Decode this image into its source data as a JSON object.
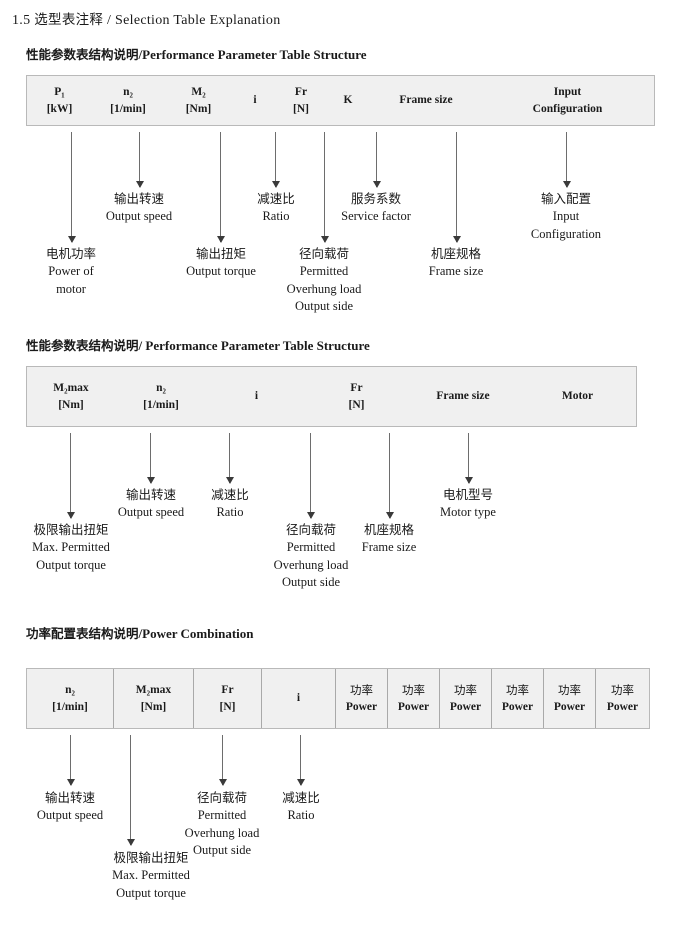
{
  "page": {
    "section_number": "1.5",
    "title_cn": "选型表注释",
    "title_sep": "/",
    "title_en": "Selection Table Explanation"
  },
  "sections": [
    {
      "heading_cn": "性能参数表结构说明",
      "heading_sep": "/",
      "heading_en": "Performance Parameter Table Structure",
      "table": {
        "dividers": false,
        "columns": [
          {
            "top": "P₁",
            "bottom": "[kW]"
          },
          {
            "top": "n₂",
            "bottom": "[1/min]"
          },
          {
            "top": "M₂",
            "bottom": "[Nm]"
          },
          {
            "top": "i",
            "bottom": ""
          },
          {
            "top": "Fr",
            "bottom": "[N]"
          },
          {
            "top": "K",
            "bottom": ""
          },
          {
            "top": "Frame size",
            "bottom": ""
          },
          {
            "top": "Input",
            "bottom": "Configuration"
          }
        ]
      },
      "annotations": [
        {
          "cn": "电机功率",
          "en": [
            "Power of",
            "motor"
          ]
        },
        {
          "cn": "输出转速",
          "en": [
            "Output speed"
          ]
        },
        {
          "cn": "输出扭矩",
          "en": [
            "Output torque"
          ]
        },
        {
          "cn": "减速比",
          "en": [
            "Ratio"
          ]
        },
        {
          "cn": "径向载荷",
          "en": [
            "Permitted",
            "Overhung load",
            "Output side"
          ]
        },
        {
          "cn": "服务系数",
          "en": [
            "Service factor"
          ]
        },
        {
          "cn": "机座规格",
          "en": [
            "Frame size"
          ]
        },
        {
          "cn": "输入配置",
          "en": [
            "Input",
            "Configuration"
          ]
        }
      ]
    },
    {
      "heading_cn": "性能参数表结构说明",
      "heading_sep": "/",
      "heading_en": "Performance Parameter Table Structure",
      "table": {
        "dividers": false,
        "columns": [
          {
            "top": "M₂max",
            "bottom": "[Nm]"
          },
          {
            "top": "n₂",
            "bottom": "[1/min]"
          },
          {
            "top": "i",
            "bottom": ""
          },
          {
            "top": "Fr",
            "bottom": "[N]"
          },
          {
            "top": "Frame size",
            "bottom": ""
          },
          {
            "top": "Motor",
            "bottom": ""
          }
        ]
      },
      "annotations": [
        {
          "cn": "极限输出扭矩",
          "en": [
            "Max. Permitted",
            "Output  torque"
          ]
        },
        {
          "cn": "输出转速",
          "en": [
            "Output speed"
          ]
        },
        {
          "cn": "减速比",
          "en": [
            "Ratio"
          ]
        },
        {
          "cn": "径向载荷",
          "en": [
            "Permitted",
            "Overhung load",
            "Output side"
          ]
        },
        {
          "cn": "机座规格",
          "en": [
            "Frame size"
          ]
        },
        {
          "cn": "电机型号",
          "en": [
            "Motor type"
          ]
        }
      ]
    },
    {
      "heading_cn": "功率配置表结构说明",
      "heading_sep": "/",
      "heading_en": "Power Combination",
      "table": {
        "dividers": true,
        "columns": [
          {
            "top": "n₂",
            "bottom": "[1/min]"
          },
          {
            "top": "M₂max",
            "bottom": "[Nm]"
          },
          {
            "top": "Fr",
            "bottom": "[N]"
          },
          {
            "top": "i",
            "bottom": ""
          },
          {
            "top": "功率",
            "bottom": "Power"
          },
          {
            "top": "功率",
            "bottom": "Power"
          },
          {
            "top": "功率",
            "bottom": "Power"
          },
          {
            "top": "功率",
            "bottom": "Power"
          },
          {
            "top": "功率",
            "bottom": "Power"
          },
          {
            "top": "功率",
            "bottom": "Power"
          }
        ]
      },
      "annotations": [
        {
          "cn": "输出转速",
          "en": [
            "Output speed"
          ]
        },
        {
          "cn": "极限输出扭矩",
          "en": [
            "Max. Permitted",
            "Output  torque"
          ]
        },
        {
          "cn": "径向载荷",
          "en": [
            "Permitted",
            "Overhung load",
            "Output side"
          ]
        },
        {
          "cn": "减速比",
          "en": [
            "Ratio"
          ]
        }
      ]
    }
  ],
  "colors": {
    "table_fill": "#f0f0f0",
    "table_border": "#b9b9b9",
    "arrow": "#6d6d6d",
    "text": "#1a1a1a"
  }
}
